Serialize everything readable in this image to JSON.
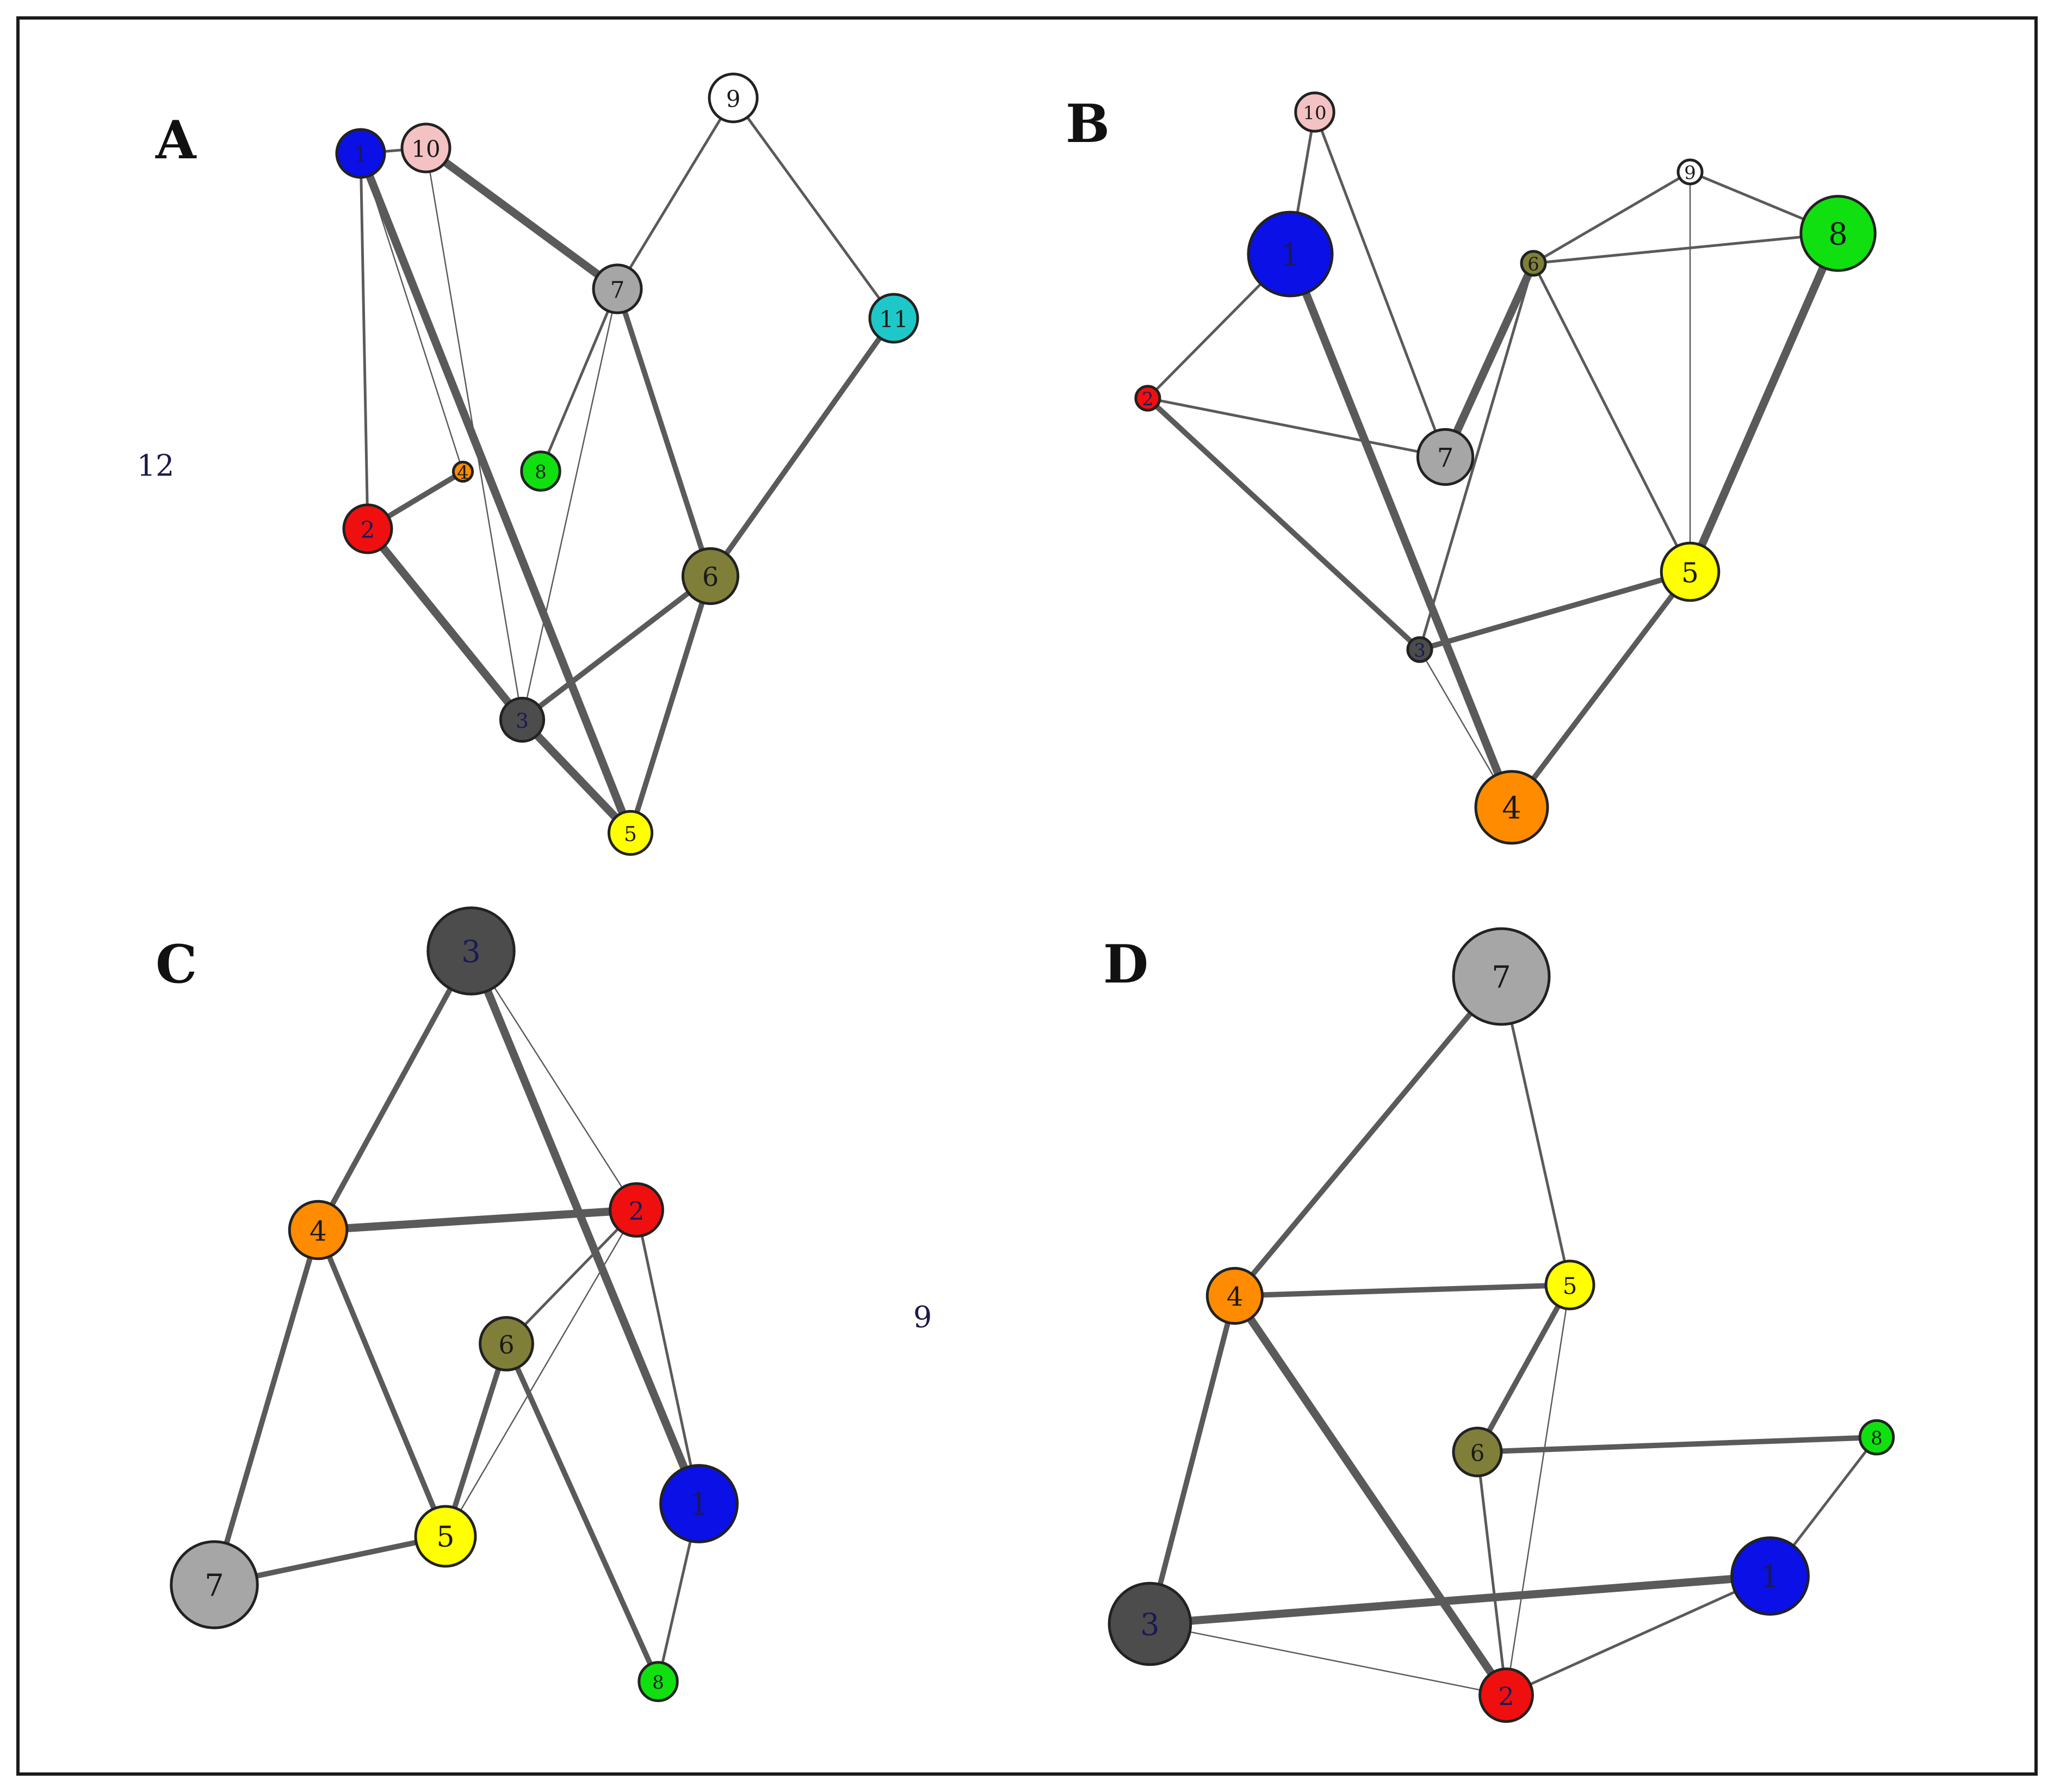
{
  "panels": [
    {
      "label": "A",
      "isolated_nodes": [
        "12"
      ],
      "nodes": [
        {
          "id": "1",
          "color": "#0a10e6",
          "size": 2
        },
        {
          "id": "10",
          "color": "#f4c2c2",
          "size": 2
        },
        {
          "id": "9",
          "color": "#ffffff",
          "size": 2
        },
        {
          "id": "7",
          "color": "#a6a6a6",
          "size": 2
        },
        {
          "id": "11",
          "color": "#1fc8c8",
          "size": 2
        },
        {
          "id": "8",
          "color": "#10e010",
          "size": 1.6
        },
        {
          "id": "4",
          "color": "#ff8c00",
          "size": 0.8
        },
        {
          "id": "2",
          "color": "#f00f0f",
          "size": 2
        },
        {
          "id": "6",
          "color": "#7f7f3a",
          "size": 2.3
        },
        {
          "id": "3",
          "color": "#4c4c4c",
          "size": 1.8
        },
        {
          "id": "5",
          "color": "#ffff00",
          "size": 1.8
        }
      ],
      "edges": [
        [
          "1",
          "10",
          1
        ],
        [
          "1",
          "2",
          1
        ],
        [
          "1",
          "5",
          3
        ],
        [
          "10",
          "7",
          3
        ],
        [
          "10",
          "3",
          0.5
        ],
        [
          "9",
          "7",
          1
        ],
        [
          "9",
          "11",
          1
        ],
        [
          "7",
          "8",
          1
        ],
        [
          "7",
          "3",
          0.5
        ],
        [
          "7",
          "6",
          2
        ],
        [
          "11",
          "6",
          2
        ],
        [
          "4",
          "2",
          2
        ],
        [
          "4",
          "1",
          0.5
        ],
        [
          "2",
          "3",
          3
        ],
        [
          "6",
          "3",
          2
        ],
        [
          "6",
          "5",
          2
        ],
        [
          "3",
          "5",
          3
        ]
      ]
    },
    {
      "label": "B",
      "isolated_nodes": [],
      "nodes": [
        {
          "id": "10",
          "color": "#f4c2c2",
          "size": 1.6
        },
        {
          "id": "1",
          "color": "#0a10e6",
          "size": 3.5
        },
        {
          "id": "9",
          "color": "#ffffff",
          "size": 1.0
        },
        {
          "id": "6",
          "color": "#7f7f3a",
          "size": 1.0
        },
        {
          "id": "8",
          "color": "#10e010",
          "size": 3.1
        },
        {
          "id": "2",
          "color": "#f00f0f",
          "size": 1.0
        },
        {
          "id": "7",
          "color": "#a6a6a6",
          "size": 2.3
        },
        {
          "id": "5",
          "color": "#ffff00",
          "size": 2.4
        },
        {
          "id": "3",
          "color": "#4c4c4c",
          "size": 1.0
        },
        {
          "id": "4",
          "color": "#ff8c00",
          "size": 3.0
        }
      ],
      "edges": [
        [
          "10",
          "1",
          1
        ],
        [
          "10",
          "7",
          1
        ],
        [
          "1",
          "2",
          1
        ],
        [
          "1",
          "4",
          3
        ],
        [
          "2",
          "7",
          1
        ],
        [
          "2",
          "3",
          2
        ],
        [
          "6",
          "9",
          1
        ],
        [
          "6",
          "8",
          1
        ],
        [
          "9",
          "8",
          1
        ],
        [
          "9",
          "5",
          0.5
        ],
        [
          "6",
          "7",
          3
        ],
        [
          "6",
          "3",
          1
        ],
        [
          "6",
          "5",
          1
        ],
        [
          "8",
          "5",
          3
        ],
        [
          "3",
          "5",
          2
        ],
        [
          "3",
          "4",
          0.5
        ],
        [
          "5",
          "4",
          2
        ]
      ]
    },
    {
      "label": "C",
      "isolated_nodes": [
        "9"
      ],
      "nodes": [
        {
          "id": "3",
          "color": "#4c4c4c",
          "size": 3.6
        },
        {
          "id": "4",
          "color": "#ff8c00",
          "size": 2.4
        },
        {
          "id": "2",
          "color": "#f00f0f",
          "size": 2.2
        },
        {
          "id": "6",
          "color": "#7f7f3a",
          "size": 2.2
        },
        {
          "id": "1",
          "color": "#0a10e6",
          "size": 3.2
        },
        {
          "id": "7",
          "color": "#a6a6a6",
          "size": 3.6
        },
        {
          "id": "5",
          "color": "#ffff00",
          "size": 2.5
        },
        {
          "id": "8",
          "color": "#10e010",
          "size": 1.6
        }
      ],
      "edges": [
        [
          "3",
          "4",
          2
        ],
        [
          "3",
          "1",
          3
        ],
        [
          "3",
          "2",
          0.5
        ],
        [
          "4",
          "2",
          3
        ],
        [
          "4",
          "7",
          2
        ],
        [
          "4",
          "5",
          2
        ],
        [
          "2",
          "6",
          1
        ],
        [
          "2",
          "5",
          0.5
        ],
        [
          "2",
          "1",
          1
        ],
        [
          "6",
          "5",
          2
        ],
        [
          "6",
          "8",
          2
        ],
        [
          "1",
          "8",
          1
        ],
        [
          "7",
          "5",
          2
        ]
      ]
    },
    {
      "label": "D",
      "isolated_nodes": [],
      "nodes": [
        {
          "id": "7",
          "color": "#a6a6a6",
          "size": 4.0
        },
        {
          "id": "4",
          "color": "#ff8c00",
          "size": 2.3
        },
        {
          "id": "5",
          "color": "#ffff00",
          "size": 2.0
        },
        {
          "id": "6",
          "color": "#7f7f3a",
          "size": 2.0
        },
        {
          "id": "8",
          "color": "#10e010",
          "size": 1.4
        },
        {
          "id": "1",
          "color": "#0a10e6",
          "size": 3.2
        },
        {
          "id": "3",
          "color": "#4c4c4c",
          "size": 3.4
        },
        {
          "id": "2",
          "color": "#f00f0f",
          "size": 2.2
        }
      ],
      "edges": [
        [
          "7",
          "4",
          2
        ],
        [
          "7",
          "5",
          1
        ],
        [
          "4",
          "5",
          2
        ],
        [
          "4",
          "3",
          2
        ],
        [
          "4",
          "2",
          3
        ],
        [
          "5",
          "6",
          2
        ],
        [
          "5",
          "2",
          0.5
        ],
        [
          "6",
          "8",
          2
        ],
        [
          "6",
          "2",
          1
        ],
        [
          "8",
          "1",
          1
        ],
        [
          "1",
          "3",
          3
        ],
        [
          "1",
          "2",
          1
        ],
        [
          "3",
          "2",
          0.5
        ]
      ]
    }
  ]
}
